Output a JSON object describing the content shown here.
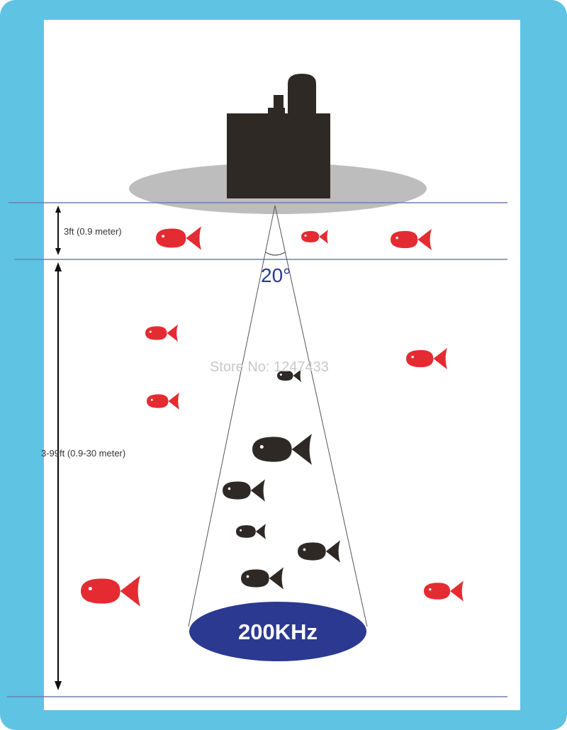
{
  "colors": {
    "frame": "#5fc3e4",
    "panel": "#ffffff",
    "boat": "#2f2926",
    "ellipse_shadow": "#bdbdbd",
    "water_line": "#6f7fb3",
    "beam_line": "#555555",
    "fish_outside": "#e52b32",
    "fish_inside": "#2f2926",
    "freq_ellipse": "#2b3990",
    "angle_text": "#2b3990",
    "freq_text": "#ffffff",
    "label_text": "#333333",
    "watermark_text": "#c8c8c8"
  },
  "labels": {
    "depth_top": "3ft (0.9 meter)",
    "depth_range": "3-99ft (0.9-30 meter)",
    "beam_angle": "20°",
    "frequency": "200KHz",
    "watermark": "Store No: 1247433"
  },
  "icons": {
    "boat": "boat-icon",
    "fish": "fish-icon",
    "arrow": "double-arrow-icon"
  }
}
